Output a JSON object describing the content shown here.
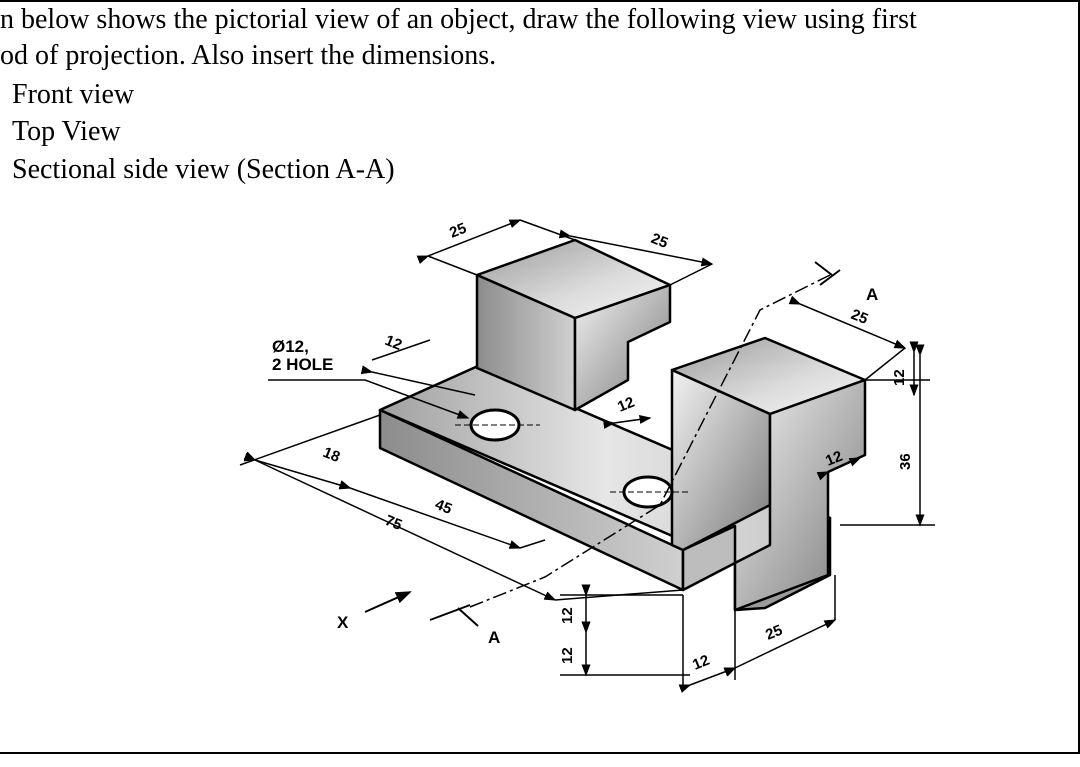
{
  "question": {
    "line1": "n below shows the pictorial view of an object, draw the following view using first",
    "line2": "od of projection. Also insert the dimensions.",
    "items": [
      "Front view",
      "Top View",
      "Sectional side view (Section A-A)"
    ]
  },
  "drawing": {
    "hole_note_1": "Ø12,",
    "hole_note_2": "2 HOLE",
    "arrow_x": "X",
    "section_a1": "A",
    "section_a2": "A",
    "dims": {
      "top_block_width": "25",
      "top_block_depth": "25",
      "right_top_depth": "25",
      "right_top_height": "12",
      "overall_height": "36",
      "hole_offset": "12",
      "hole_edge": "18",
      "hole_pitch": "45",
      "overall_length": "75",
      "slot_width": "12",
      "right_step": "12",
      "base_thk_1": "12",
      "base_thk_2": "12",
      "bottom_12": "12",
      "bottom_25": "25"
    }
  }
}
